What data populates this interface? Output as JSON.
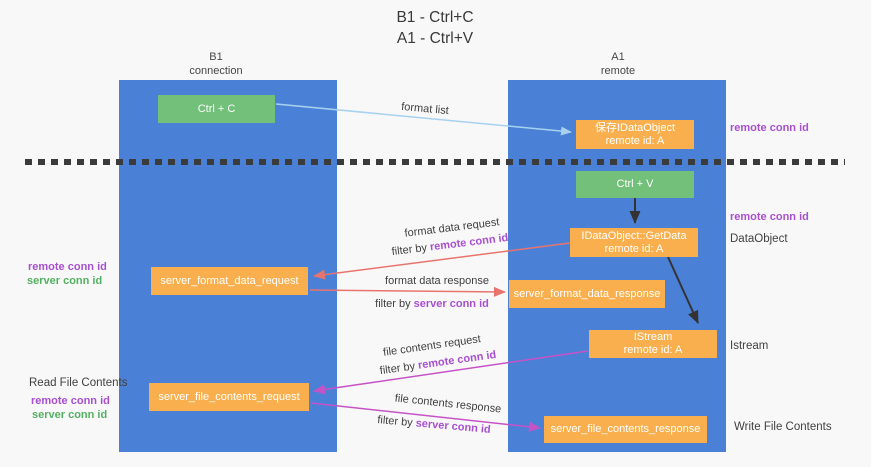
{
  "colors": {
    "bg": "#f8f8f8",
    "column-blue": "#4b80d7",
    "box-orange": "#f9af4d",
    "box-green": "#72c07a",
    "purple": "#a94fd2",
    "green-text": "#53b161",
    "salmon": "#e8746e",
    "magenta": "#c653c6",
    "light-blue": "#a6d2f0",
    "ink": "#3b3b3b"
  },
  "title": {
    "line1": "B1 - Ctrl+C",
    "line2": "A1 - Ctrl+V"
  },
  "lanes": {
    "left": {
      "name": "B1",
      "role": "connection"
    },
    "right": {
      "name": "A1",
      "role": "remote"
    }
  },
  "nodes": {
    "ctrl_c": {
      "label": "Ctrl + C"
    },
    "save_idataobject": {
      "line1": "保存IDataObject",
      "line2": "remote id: A"
    },
    "ctrl_v": {
      "label": "Ctrl + V"
    },
    "getdata": {
      "line1": "IDataObject::GetData",
      "line2": "remote id: A"
    },
    "format_request": {
      "label": "server_format_data_request"
    },
    "format_response": {
      "label": "server_format_data_response"
    },
    "istream": {
      "line1": "IStream",
      "line2": "remote id: A"
    },
    "file_request": {
      "label": "server_file_contents_request"
    },
    "file_response": {
      "label": "server_file_contents_response"
    }
  },
  "flow_labels": {
    "format_list": "format list",
    "format_request_line1": "format data request",
    "format_request_filter_prefix": "filter by ",
    "format_request_filter_key": "remote conn id",
    "format_response_line1": "format data response",
    "format_response_filter_prefix": "filter by ",
    "format_response_filter_key": "server conn id",
    "file_request_line1": "file contents request",
    "file_request_filter_prefix": "filter by ",
    "file_request_filter_key": "remote conn id",
    "file_response_line1": "file contents response",
    "file_response_filter_prefix": "filter by ",
    "file_response_filter_key": "server conn id"
  },
  "side_labels": {
    "left_format": {
      "remote": "remote conn id",
      "server": "server conn id"
    },
    "left_file": {
      "title": "Read File Contents",
      "remote": "remote conn id",
      "server": "server conn id"
    },
    "right_top_remote": "remote conn id",
    "right_mid_remote": "remote conn id",
    "right_dataobject": "DataObject",
    "right_istream": "Istream",
    "right_write": "Write File Contents"
  }
}
